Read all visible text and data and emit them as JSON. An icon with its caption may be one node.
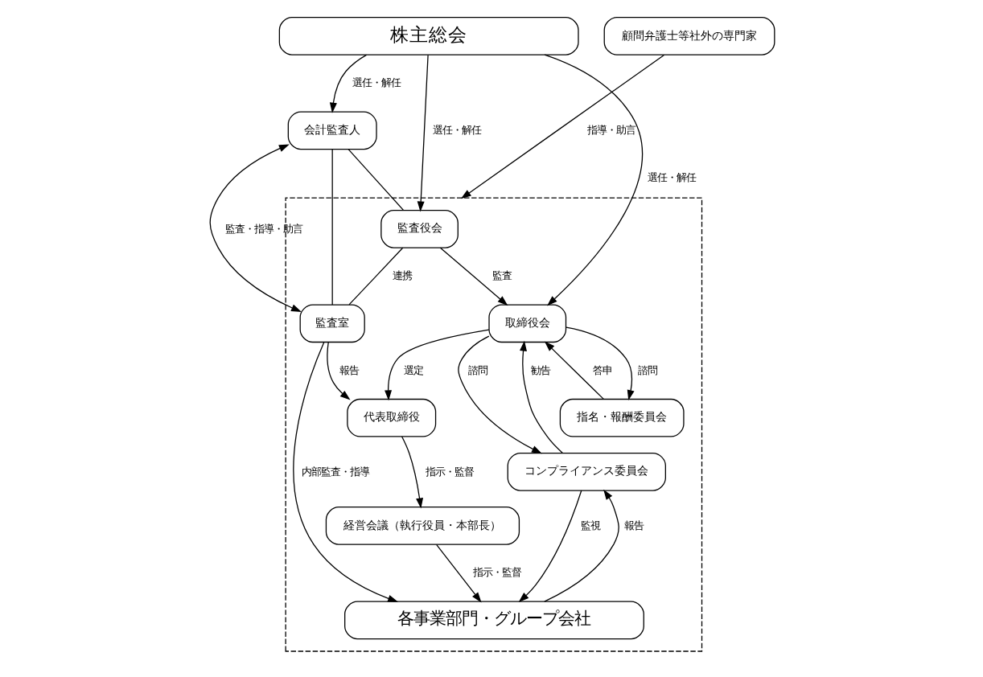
{
  "diagram": {
    "nodes": [
      {
        "text": [
          "株主総会"
        ]
      },
      {
        "text": [
          "会計監査人"
        ]
      },
      {
        "text": [],
        "shape": "box"
      },
      {
        "text": [
          "監査役会"
        ],
        "in": 2
      },
      {
        "text": [
          "取締役会"
        ],
        "in": 2
      },
      {
        "text": [
          "コンプライアンス委員会"
        ],
        "in": 2
      },
      {
        "text": [
          "指名・報酬委員会"
        ],
        "in": 2
      },
      {
        "text": [
          "監査室"
        ],
        "in": 2
      },
      {
        "text": [
          "代表取締役"
        ],
        "in": 2
      },
      {
        "text": [
          "経営会議（執行役員・本部長）"
        ],
        "in": 2
      },
      {
        "text": [
          "各事業部門・グループ会社"
        ],
        "in": 2
      },
      {
        "text": [
          "顧問弁護士等社外の専門家"
        ]
      }
    ],
    "edges": [
      {
        "from": 0,
        "to": 1,
        "arrow": "to",
        "label": "選任・解任"
      },
      {
        "from": 0,
        "to": 3,
        "arrow": "to",
        "label": "選任・解任"
      },
      {
        "from": 0,
        "to": 4,
        "arrow": "to",
        "label": "選任・解任"
      },
      {
        "from": 3,
        "to": 4,
        "arrow": "to",
        "label": "監査"
      },
      {
        "from": 4,
        "to": 5,
        "arrow": "to",
        "label": "諮問"
      },
      {
        "from": 5,
        "to": 4,
        "arrow": "to",
        "label": "勧告"
      },
      {
        "from": 4,
        "to": 6,
        "arrow": "to",
        "label": "諮問"
      },
      {
        "from": 6,
        "to": 4,
        "arrow": "to",
        "label": "答申"
      },
      {
        "from": 1,
        "to": 7,
        "arrow": "both",
        "label": "監査・指導・助言"
      },
      {
        "from": 1,
        "to": 3,
        "arrow": "none"
      },
      {
        "from": 1,
        "to": 7,
        "arrow": "none"
      },
      {
        "from": 3,
        "to": 7,
        "arrow": "none",
        "label": "連携"
      },
      {
        "from": 4,
        "to": 8,
        "arrow": "to",
        "label": "選定"
      },
      {
        "from": 7,
        "to": 8,
        "arrow": "to",
        "label": "報告"
      },
      {
        "from": 8,
        "to": 9,
        "arrow": "to",
        "label": "指示・監督"
      },
      {
        "from": 9,
        "to": 10,
        "arrow": "to",
        "label": "指示・監督"
      },
      {
        "from": 7,
        "to": 10,
        "arrow": "to",
        "label": "内部監査・指導"
      },
      {
        "from": 5,
        "to": 10,
        "arrow": "to",
        "label": "監視"
      },
      {
        "from": 10,
        "to": 5,
        "arrow": "to",
        "label": "報告"
      },
      {
        "from": 11,
        "to": 2,
        "arrow": "to",
        "label": "指導・助言"
      }
    ]
  }
}
